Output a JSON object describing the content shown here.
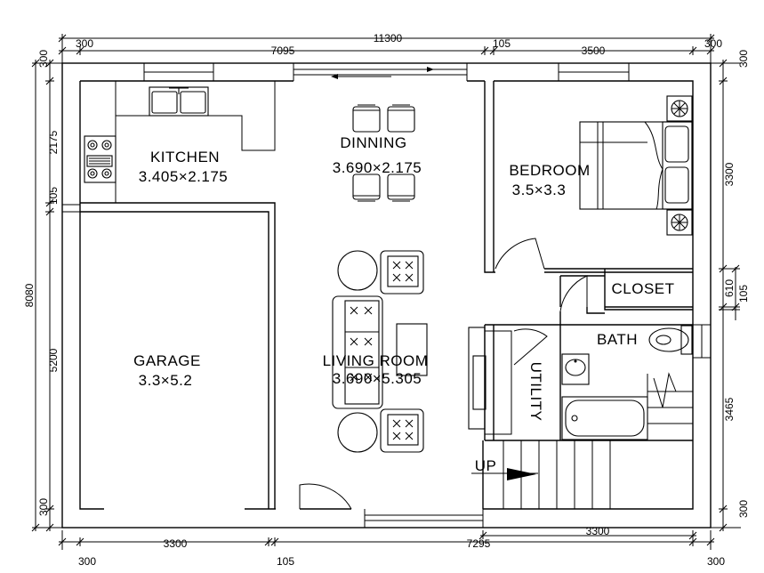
{
  "rooms": {
    "kitchen": {
      "name": "KITCHEN",
      "size": "3.405×2.175"
    },
    "dinning": {
      "name": "DINNING",
      "size": "3.690×2.175"
    },
    "bedroom": {
      "name": "BEDROOM",
      "size": "3.5×3.3"
    },
    "closet": {
      "name": "CLOSET"
    },
    "bath": {
      "name": "BATH"
    },
    "utility": {
      "name": "UTILITY"
    },
    "garage": {
      "name": "GARAGE",
      "size": "3.3×5.2"
    },
    "living": {
      "name": "LIVING ROOM",
      "size": "3.690×5.305"
    }
  },
  "stair_label": "UP",
  "dimensions": {
    "top": {
      "overall": "11300",
      "left_wall": "300",
      "span_left": "7095",
      "mid_wall": "105",
      "span_right": "3500",
      "right_wall": "300"
    },
    "bottom": {
      "left_wall": "300",
      "span_left": "3300",
      "mid_wall": "105",
      "span_right": "7295",
      "stair": "3300",
      "right_wall": "300"
    },
    "left": {
      "overall": "8080",
      "top_wall": "300",
      "kitchen": "2175",
      "mid_wall": "105",
      "garage": "5200",
      "bottom_wall": "300"
    },
    "right": {
      "top_wall": "300",
      "bedroom": "3300",
      "closet": "610",
      "mid_wall": "105",
      "bath": "3465",
      "bottom_wall": "300"
    }
  }
}
